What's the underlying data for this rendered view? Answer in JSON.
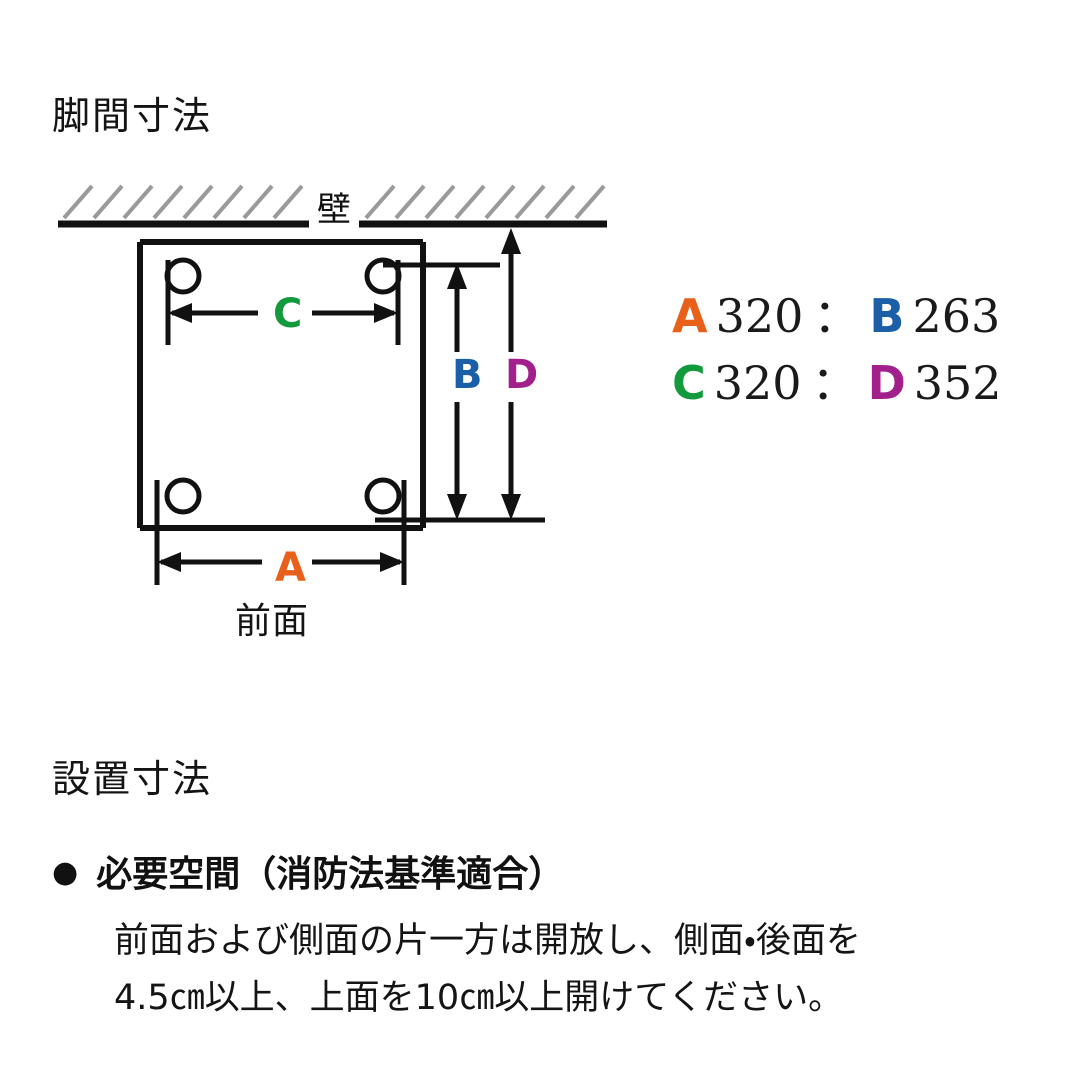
{
  "sections": {
    "leg_span_heading": "脚間寸法",
    "install_heading": "設置寸法"
  },
  "diagram": {
    "wall_label": "壁",
    "front_label": "前面",
    "letters": {
      "a": "A",
      "b": "B",
      "c": "C",
      "d": "D"
    },
    "colors": {
      "a": "#E8611A",
      "b": "#1B5FA8",
      "c": "#139A3D",
      "d": "#A2208C",
      "line": "#111111",
      "hatch": "#9a9a9a"
    }
  },
  "measurements": {
    "separator": "：",
    "rows": [
      {
        "left": {
          "key": "A",
          "value": "320",
          "color": "#E8611A"
        },
        "right": {
          "key": "B",
          "value": "263",
          "color": "#1B5FA8"
        }
      },
      {
        "left": {
          "key": "C",
          "value": "320",
          "color": "#139A3D"
        },
        "right": {
          "key": "D",
          "value": "352",
          "color": "#A2208C"
        }
      }
    ]
  },
  "notes": {
    "bullet": "●",
    "title": "必要空間（消防法基準適合）",
    "lines": [
      "前面および側面の片一方は開放し、側面・後面を",
      "4.5㎝以上、上面を10㎝以上開けてください。"
    ]
  }
}
